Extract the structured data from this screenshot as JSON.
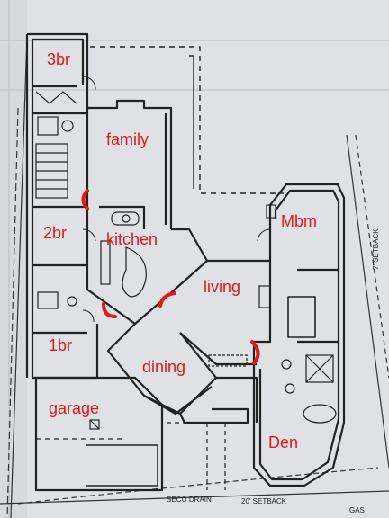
{
  "colors": {
    "paper": "#dfe1e4",
    "ink": "#222222",
    "room_label": "#e0191c",
    "door_mark": "#e0191c"
  },
  "rooms": {
    "br3": "3br",
    "family": "family",
    "br2": "2br",
    "kitchen": "kitchen",
    "mbm": "Mbm",
    "living": "living",
    "br1": "1br",
    "dining": "dining",
    "garage": "garage",
    "den": "Den"
  },
  "annotations": {
    "setback_bottom": "20' SETBACK",
    "drain": "SECO DRAIN",
    "setback_side": "7' SETBACK",
    "gas": "GAS"
  },
  "highlight_marks": [
    "door-mark-2br",
    "door-mark-1br",
    "door-mark-living",
    "door-mark-den"
  ]
}
